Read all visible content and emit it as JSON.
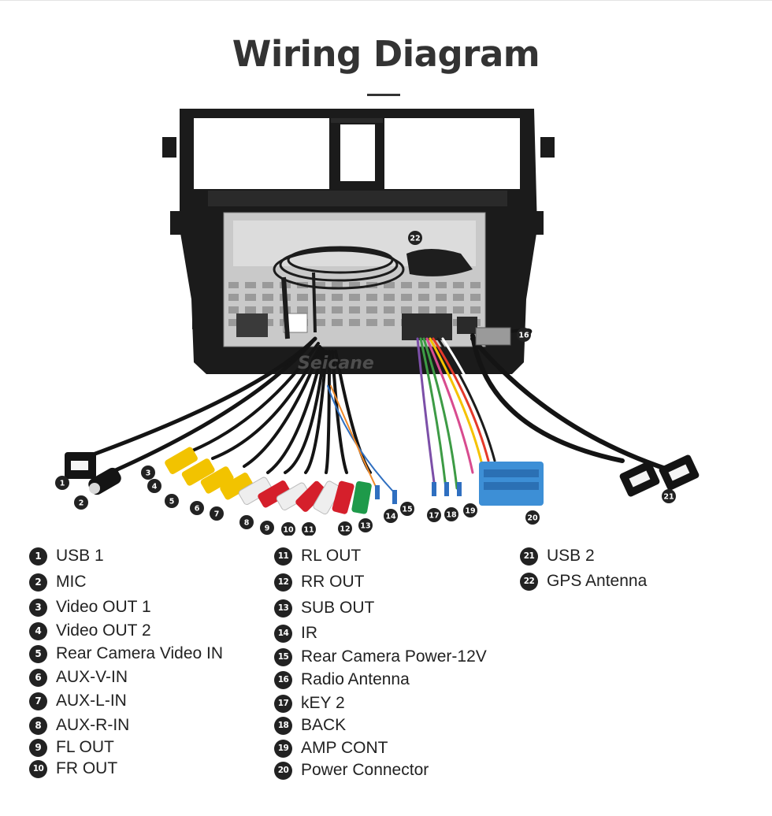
{
  "title": "Wiring Diagram",
  "watermark": "Seicane",
  "callout_numbers": [
    "1",
    "2",
    "3",
    "4",
    "5",
    "6",
    "7",
    "8",
    "9",
    "10",
    "11",
    "12",
    "13",
    "14",
    "15",
    "16",
    "17",
    "18",
    "19",
    "20",
    "21",
    "22"
  ],
  "legend": [
    {
      "num": "1",
      "label": "USB 1"
    },
    {
      "num": "2",
      "label": "MIC"
    },
    {
      "num": "3",
      "label": "Video OUT 1"
    },
    {
      "num": "4",
      "label": "Video OUT 2"
    },
    {
      "num": "5",
      "label": "Rear Camera Video IN"
    },
    {
      "num": "6",
      "label": "AUX-V-IN"
    },
    {
      "num": "7",
      "label": "AUX-L-IN"
    },
    {
      "num": "8",
      "label": "AUX-R-IN"
    },
    {
      "num": "9",
      "label": "FL OUT"
    },
    {
      "num": "10",
      "label": "FR OUT"
    },
    {
      "num": "11",
      "label": "RL OUT"
    },
    {
      "num": "12",
      "label": "RR OUT"
    },
    {
      "num": "13",
      "label": "SUB OUT"
    },
    {
      "num": "14",
      "label": "IR"
    },
    {
      "num": "15",
      "label": "Rear Camera Power-12V"
    },
    {
      "num": "16",
      "label": "Radio Antenna"
    },
    {
      "num": "17",
      "label": "kEY 2"
    },
    {
      "num": "18",
      "label": "BACK"
    },
    {
      "num": "19",
      "label": "AMP CONT"
    },
    {
      "num": "20",
      "label": "Power Connector"
    },
    {
      "num": "21",
      "label": "USB 2"
    },
    {
      "num": "22",
      "label": "GPS Antenna"
    }
  ],
  "colors": {
    "title": "#333333",
    "callout_fill": "#222222",
    "rca_yellow": "#f2c300",
    "rca_white": "#eeeeee",
    "rca_red": "#d51f2b",
    "rca_green": "#1e9a4a",
    "power_connector": "#3d8fd6",
    "frame": "#1b1b1b",
    "chassis": "#c9c9c9"
  }
}
